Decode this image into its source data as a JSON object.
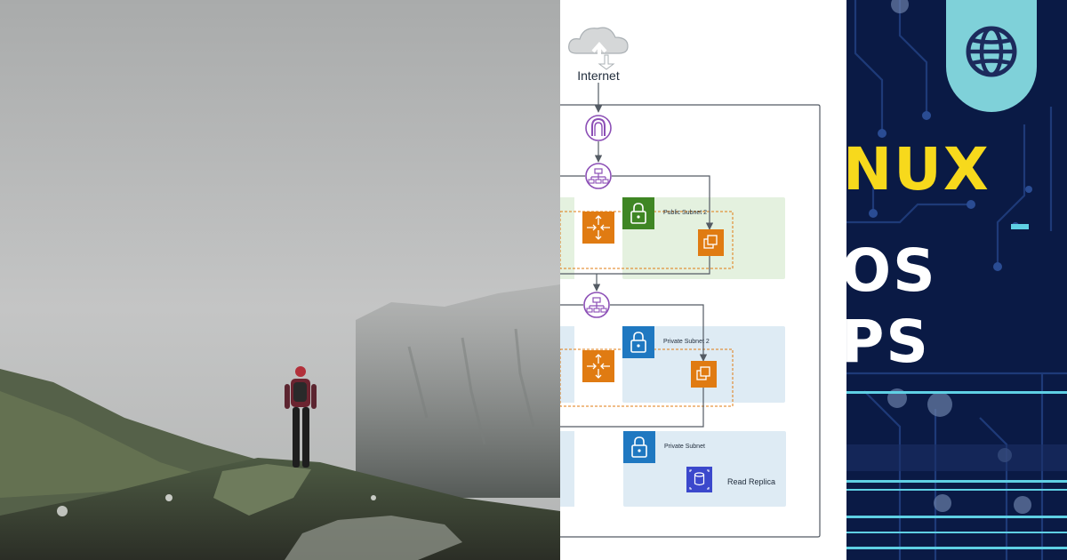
{
  "colors": {
    "fog": "#b9bbbc",
    "circuit_bg": "#0a1a45",
    "accent_yellow": "#f7d91c",
    "badge_teal": "#7fd1d9",
    "public_subnet": "#e4f1df",
    "private_subnet": "#deebf4",
    "aws_green": "#3f8624",
    "aws_blue": "#1f78c1",
    "aws_orange": "#e07b12",
    "aws_purple": "#8c4fb6",
    "aws_db": "#3b48cc"
  },
  "diagram": {
    "internet_label": "Internet",
    "public_subnet_2_label": "Public Subnet 2",
    "private_subnet_2_label": "Private Subnet 2",
    "private_subnet_label": "Private Subnet",
    "read_replica_label": "Read Replica"
  },
  "overlay": {
    "line1": "NUX",
    "line2": "OS",
    "line3": "PS"
  },
  "icons": {
    "cloud": "cloud-upload-icon",
    "gateway": "internet-gateway-icon",
    "load_balancer": "load-balancer-icon",
    "lock": "lock-icon",
    "nat": "nat-gateway-icon",
    "instance": "ec2-instance-icon",
    "database": "database-icon",
    "globe": "globe-icon"
  }
}
